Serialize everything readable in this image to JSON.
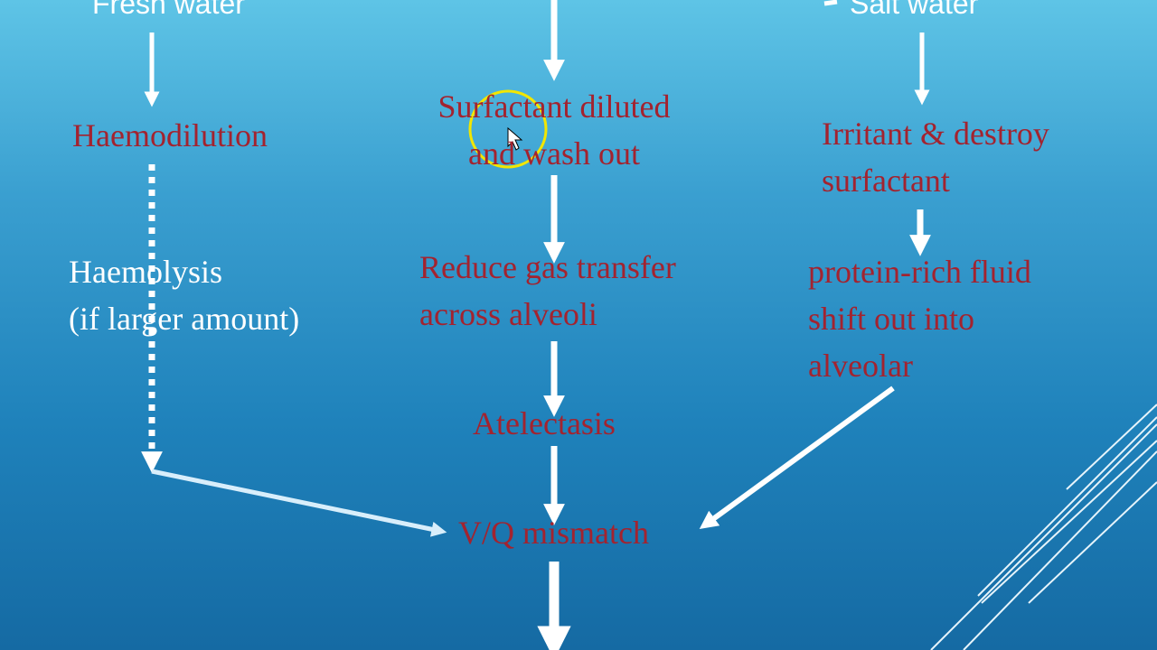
{
  "slide": {
    "colors": {
      "background_top": "#5ec4e6",
      "background_bottom": "#156aa3",
      "box_text": "#a3232f",
      "accent_text": "#ffffff",
      "arrow": "#ffffff",
      "cursor_highlight": "#f2e600"
    },
    "nodes": {
      "fresh_water": "Fresh water",
      "salt_water": "Salt water",
      "haemodilution": "Haemodilution",
      "surfactant": [
        "Surfactant diluted",
        "and wash out"
      ],
      "irritant": [
        "Irritant & destroy",
        "surfactant"
      ],
      "haemolysis": [
        "Haemolysis",
        "(if larger amount)"
      ],
      "reduce_gas": [
        "Reduce gas transfer",
        "across alveoli"
      ],
      "protein_fluid": [
        "protein-rich fluid",
        "shift out into",
        "alveolar"
      ],
      "atelectasis": "Atelectasis",
      "vq_mismatch": "V/Q mismatch"
    },
    "decoration": "diagonal-lines-corner",
    "cursor": "mouse-pointer-icon"
  }
}
